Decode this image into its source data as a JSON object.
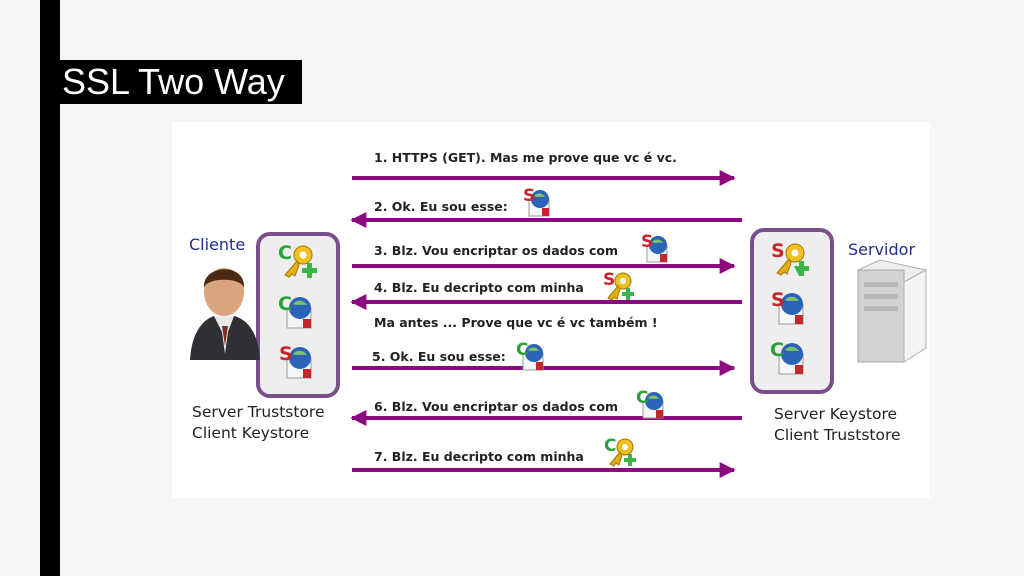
{
  "slide": {
    "title": "SSL Two Way"
  },
  "diagram": {
    "client": {
      "name": "Cliente",
      "store_line1": "Server Truststore",
      "store_line2": "Client Keystore",
      "store_items": [
        "key-c-icon",
        "cert-c-icon",
        "cert-s-icon"
      ]
    },
    "server": {
      "name": "Servidor",
      "store_line1": "Server Keystore",
      "store_line2": "Client Truststore",
      "store_items": [
        "key-s-icon",
        "cert-s-icon",
        "cert-c-icon"
      ]
    },
    "steps": [
      {
        "label": "1. HTTPS (GET). Mas me prove que vc é vc.",
        "direction": "right"
      },
      {
        "label": "2. Ok. Eu sou esse:",
        "direction": "left",
        "icon": "cert-s-icon"
      },
      {
        "label": "3. Blz. Vou encriptar os dados com",
        "direction": "right",
        "icon": "cert-s-icon"
      },
      {
        "label": "4. Blz. Eu decripto com minha",
        "direction": "left",
        "icon": "key-s-icon"
      },
      {
        "label": "Ma antes ... Prove que vc é vc também !",
        "direction": "none"
      },
      {
        "label": "5. Ok. Eu sou esse:",
        "direction": "right",
        "icon": "cert-c-icon"
      },
      {
        "label": "6. Blz. Vou encriptar os dados com",
        "direction": "left",
        "icon": "cert-c-icon"
      },
      {
        "label": "7. Blz. Eu decripto com minha",
        "direction": "right",
        "icon": "key-c-icon"
      }
    ],
    "colors": {
      "arrow": "#8b0a7f",
      "store_border": "#7a4f8c",
      "store_fill": "#eeeeee",
      "actor_name": "#1f2f8a"
    }
  }
}
